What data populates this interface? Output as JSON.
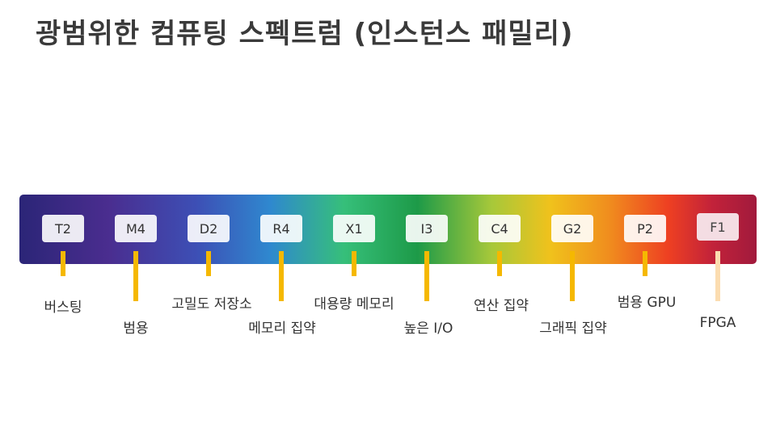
{
  "slide": {
    "title": "광범위한 컴퓨팅 스펙트럼 (인스턴스 패밀리)"
  },
  "families": [
    {
      "code": "T2",
      "label": "버스팅"
    },
    {
      "code": "M4",
      "label": "범용"
    },
    {
      "code": "D2",
      "label": "고밀도 저장소"
    },
    {
      "code": "R4",
      "label": "메모리 집약"
    },
    {
      "code": "X1",
      "label": "대용량 메모리"
    },
    {
      "code": "I3",
      "label": "높은 I/O"
    },
    {
      "code": "C4",
      "label": "연산 집약"
    },
    {
      "code": "G2",
      "label": "그래픽 집약"
    },
    {
      "code": "P2",
      "label": "범용 GPU"
    },
    {
      "code": "F1",
      "label": "FPGA"
    }
  ],
  "colors": {
    "tick": "#f5b800",
    "tick_pale": "#fbdcb0",
    "title": "#3a3a3a"
  }
}
